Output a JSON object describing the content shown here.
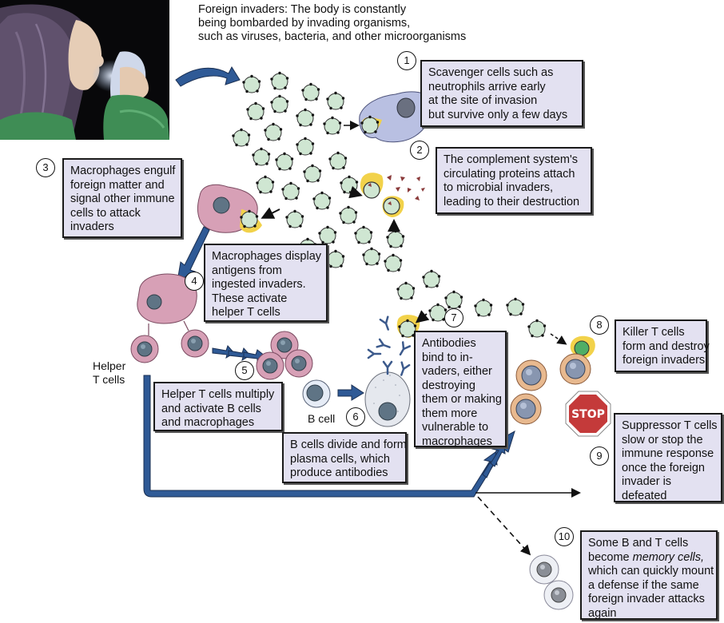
{
  "intro": {
    "lines": [
      "Foreign invaders: The body is constantly",
      "being bombarded by invading organisms,",
      "such as viruses, bacteria, and other microorganisms"
    ]
  },
  "photo": {
    "subject": "person-sneezing-into-tissue"
  },
  "steps": [
    {
      "number": "1",
      "lines": [
        "Scavenger cells such as",
        "neutrophils arrive early",
        "at the site of invasion",
        "but survive only a few days"
      ]
    },
    {
      "number": "2",
      "lines": [
        "The complement system's",
        "circulating proteins attach",
        "to microbial invaders,",
        "leading to their destruction"
      ]
    },
    {
      "number": "3",
      "lines": [
        "Macrophages engulf",
        "foreign matter and",
        "signal other immune",
        "cells to attack",
        "invaders"
      ]
    },
    {
      "number": "4",
      "lines": [
        "Macrophages display",
        "antigens from",
        "ingested invaders.",
        "These activate",
        "helper T cells"
      ]
    },
    {
      "number": "5",
      "lines": [
        "Helper T cells multiply",
        "and activate B cells",
        "and macrophages"
      ]
    },
    {
      "number": "6",
      "lines": [
        "B cells divide and form",
        "plasma cells, which",
        "produce antibodies"
      ]
    },
    {
      "number": "7",
      "lines": [
        "Antibodies",
        "bind to in-",
        "vaders, either",
        "destroying",
        "them or making",
        "them more",
        "vulnerable to",
        "macrophages"
      ]
    },
    {
      "number": "8",
      "lines": [
        "Killer T cells",
        "form and destroy",
        "foreign invaders"
      ]
    },
    {
      "number": "9",
      "lines": [
        "Suppressor T cells",
        "slow or stop the",
        "immune response",
        "once the foreign",
        "invader is",
        "defeated"
      ]
    },
    {
      "number": "10",
      "lines_before": [
        "Some B and T cells"
      ],
      "line_mixed": {
        "prefix": "become ",
        "italic": "memory cells,"
      },
      "lines_after": [
        "which can quickly mount",
        "a defense if the same",
        "foreign invader attacks",
        "again"
      ]
    }
  ],
  "labels": {
    "helper_t_cells": [
      "Helper",
      "T cells"
    ],
    "b_cell": "B cell",
    "stop_sign": "STOP"
  },
  "colors": {
    "box_fill": "#e3e1f1",
    "arrow_blue": "#2f5a96",
    "invader_green": "#cfe6d2",
    "macrophage_pink": "#d7a0b6",
    "neutrophil_lavender": "#b9c0e2",
    "killer_t_orange": "#e8b98f",
    "complement_red": "#8a3a3a",
    "stop_red": "#c43a3a",
    "engulf_yellow": "#f2d24a"
  }
}
